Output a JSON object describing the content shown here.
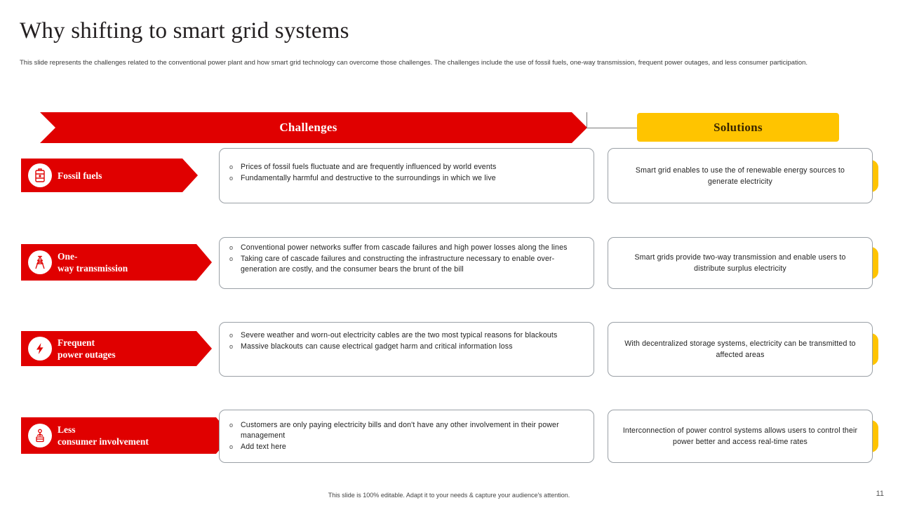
{
  "slide": {
    "title": "Why shifting to smart grid systems",
    "subtitle": "This slide represents the challenges related to the conventional power plant and how smart grid technology can overcome those challenges. The challenges include the use of fossil fuels, one-way transmission, frequent power outages, and less consumer participation.",
    "footer_note": "This slide is 100% editable. Adapt it to your needs & capture your audience's attention.",
    "page_number": "11"
  },
  "banners": {
    "challenges": "Challenges",
    "solutions": "Solutions"
  },
  "colors": {
    "red": "#e00000",
    "yellow": "#ffc400",
    "border": "#9aa0a6",
    "text": "#222222"
  },
  "rows": [
    {
      "icon": "fuel-barrel-icon",
      "label_line1": "Fossil fuels",
      "label_line2": "",
      "challenges": [
        "Prices of fossil fuels fluctuate and are frequently  influenced  by world events",
        "Fundamentally  harmful  and destructive  to the surroundings  in which we live"
      ],
      "solution": "Smart grid enables to use the of renewable  energy sources to generate  electricity"
    },
    {
      "icon": "transmission-tower-icon",
      "label_line1": "One-",
      "label_line2": "way transmission",
      "challenges": [
        "Conventional  power networks suffer from cascade failures and high power losses along the lines",
        "Taking care of cascade failures and constructing the infrastructure  necessary to enable over-generation  are costly, and the consumer bears the brunt of the bill"
      ],
      "solution": "Smart grids provide  two-way transmission  and enable users to distribute  surplus electricity"
    },
    {
      "icon": "lightning-bolt-icon",
      "label_line1": "Frequent",
      "label_line2": "power outages",
      "challenges": [
        "Severe  weather and worn-out  electricity cables are the two most typical reasons for blackouts",
        "Massive blackouts can cause electrical gadget harm and critical information  loss"
      ],
      "solution": "With decentralized  storage systems, electricity can be transmitted to affected  areas"
    },
    {
      "icon": "consumer-person-icon",
      "label_line1": "Less",
      "label_line2": "consumer involvement",
      "challenges": [
        "Customers are only paying electricity bills and don't have  any other involvement  in their power  management",
        "Add text here"
      ],
      "solution": "Interconnection of power control systems allows users to control their power  better and access real-time rates"
    }
  ]
}
